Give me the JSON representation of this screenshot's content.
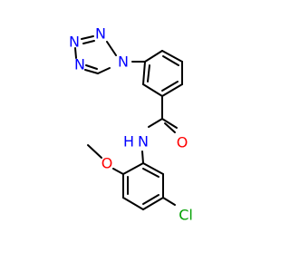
{
  "molecule": {
    "atom_labels": {
      "n_tz1": "N",
      "n_tz2": "N",
      "n_tz3": "N",
      "n_tz4": "N",
      "n_amide": "N",
      "h_amide": "H",
      "o_carbonyl": "O",
      "o_methoxy": "O",
      "cl": "Cl"
    },
    "colors": {
      "bond": "#000000",
      "nitrogen": "#0000ff",
      "oxygen": "#ff0000",
      "chlorine": "#00a000"
    }
  }
}
